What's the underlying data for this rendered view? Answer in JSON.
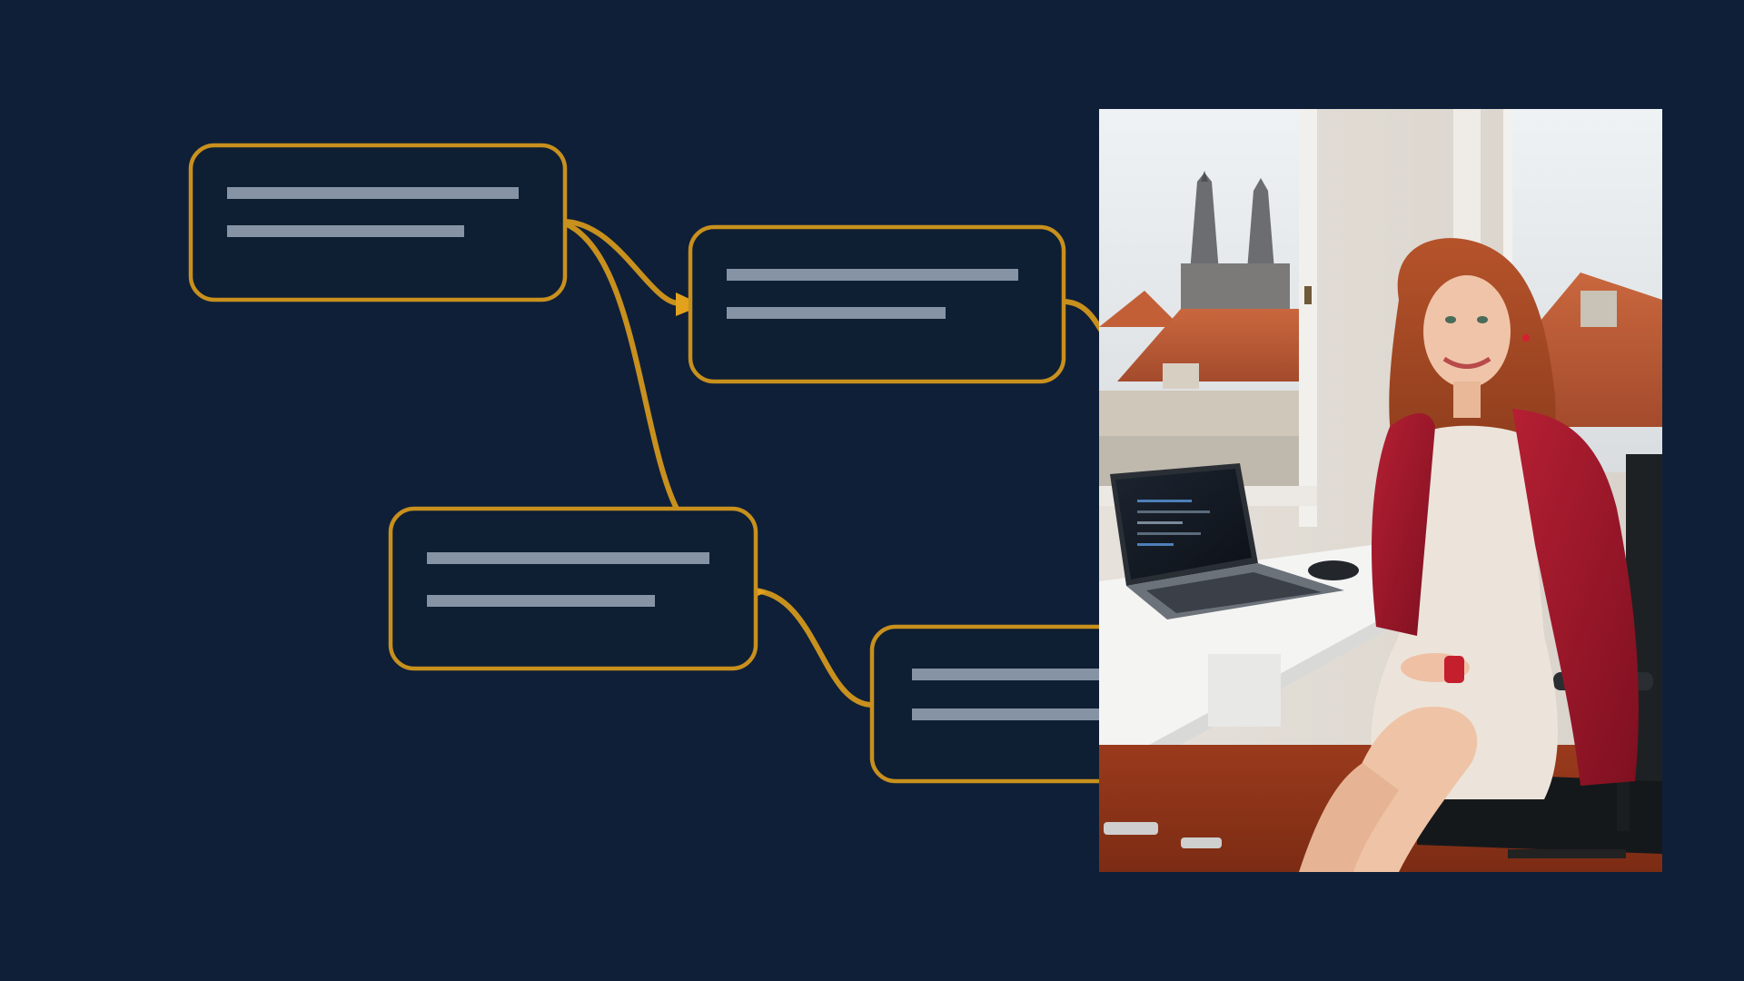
{
  "colors": {
    "background": "#0f1f38",
    "node_fill": "#0e1e33",
    "node_border": "#c8901d",
    "arrow": "#e2a21e",
    "text_placeholder": "#8593a4"
  },
  "diagram": {
    "nodes": [
      {
        "id": "node-1",
        "text_lines": 2
      },
      {
        "id": "node-2",
        "text_lines": 2
      },
      {
        "id": "node-3",
        "text_lines": 2
      },
      {
        "id": "node-4",
        "text_lines": 2
      }
    ],
    "edges": [
      {
        "from": "node-1",
        "to": "node-2",
        "arrow": true
      },
      {
        "from": "node-1",
        "to": "node-3",
        "arrow": true
      },
      {
        "from": "node-3",
        "to": "node-4",
        "arrow": false
      },
      {
        "from": "node-2",
        "to": "photo",
        "arrow": false
      }
    ]
  },
  "photo": {
    "subject_icon": "person-at-desk-photo",
    "scene": [
      "window-with-city-view",
      "laptop",
      "mouse",
      "desk",
      "office-chair"
    ]
  }
}
